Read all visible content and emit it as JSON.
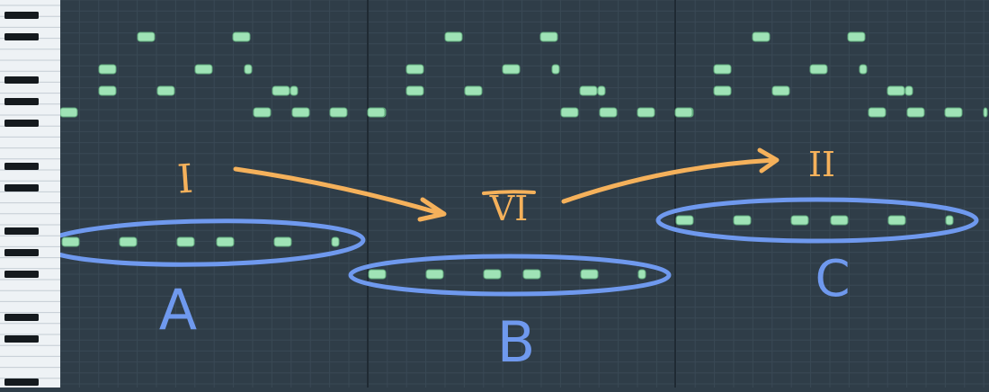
{
  "colors": {
    "grid_bg": "#2f3d48",
    "grid_bg_dark": "#2a3741",
    "grid_line": "#3a4955",
    "bar_line": "#1f2a33",
    "note_fill": "#9fe3b6",
    "note_stroke": "#5fa77b",
    "annotation_orange": "#f5b15b",
    "annotation_blue": "#6f99ee",
    "white_key": "#eef2f5",
    "black_key": "#151a1e"
  },
  "annotations": {
    "chord_roman_1": "I",
    "chord_roman_2": "VI",
    "chord_roman_3": "II",
    "section_label_a": "A",
    "section_label_b": "B",
    "section_label_c": "C"
  },
  "note_groups": {
    "bass_groups": [
      "A",
      "B",
      "C"
    ],
    "repeated_melody_patterns": 3
  }
}
